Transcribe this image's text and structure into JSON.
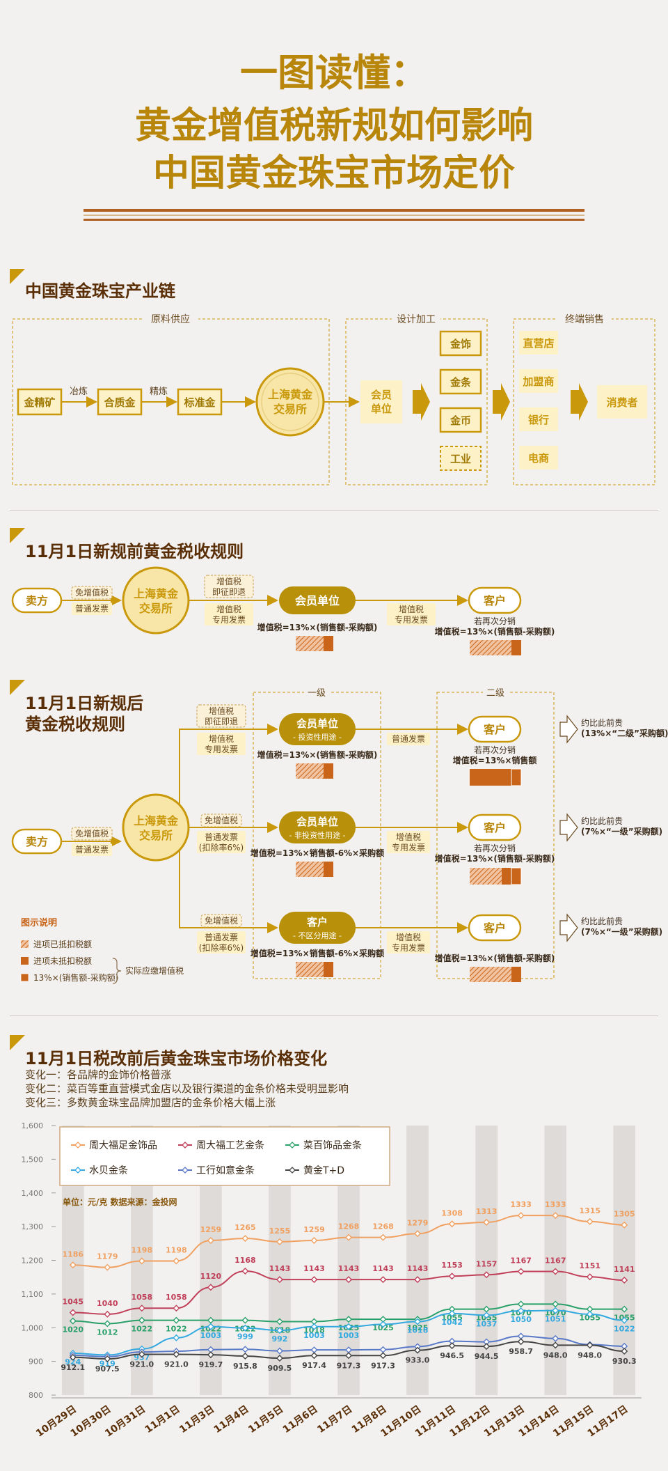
{
  "header": {
    "line1": "一图读懂：",
    "line2": "黄金增值税新规如何影响",
    "line3": "中国黄金珠宝市场定价"
  },
  "chain": {
    "title": "中国黄金珠宝产业链",
    "groups": {
      "raw": "原料供应",
      "design": "设计加工",
      "retail": "终端销售"
    },
    "nodes": {
      "mine": "金精矿",
      "alloy": "合质金",
      "standard": "标准金",
      "sge_a": "上海黄金",
      "sge_b": "交易所",
      "member_a": "会员",
      "member_b": "单位",
      "consumer": "消费者"
    },
    "arrows": {
      "smelt": "冶炼",
      "refine": "精炼"
    },
    "products": [
      "金饰",
      "金条",
      "金币",
      "工业"
    ],
    "channels": [
      "直营店",
      "加盟商",
      "银行",
      "电商"
    ]
  },
  "before": {
    "title": "11月1日新规前黄金税收规则",
    "seller": "卖方",
    "exempt": "免增值税",
    "normal_invoice": "普通发票",
    "sge_a": "上海黄金",
    "sge_b": "交易所",
    "refund_a": "增值税",
    "refund_b": "即征即退",
    "special_a": "增值税",
    "special_b": "专用发票",
    "member": "会员单位",
    "member_formula": "增值税=13%×(销售额-采购额)",
    "special2_a": "增值税",
    "special2_b": "专用发票",
    "customer": "客户",
    "resale": "若再次分销",
    "customer_formula": "增值税=13%×(销售额-采购额)"
  },
  "after": {
    "title_a": "11月1日新规后",
    "title_b": "黄金税收规则",
    "level1": "一级",
    "level2": "二级",
    "seller": "卖方",
    "exempt": "免增值税",
    "normal_invoice": "普通发票",
    "sge_a": "上海黄金",
    "sge_b": "交易所",
    "rows": [
      {
        "tag_a": "增值税",
        "tag_b": "即征即退",
        "tag2_a": "增值税",
        "tag2_b": "专用发票",
        "node": "会员单位",
        "node_sub": "- 投资性用途 -",
        "formula": "增值税=13%×(销售额-采购额)",
        "mid_a": "普通发票",
        "mid_b": "",
        "customer": "客户",
        "resale": "若再次分销",
        "cformula": "增值税=13%×销售额",
        "note_a": "约比此前贵",
        "note_b": "(13%×“二级”采购额)"
      },
      {
        "tag_a": "免增值税",
        "tag_b": "",
        "tag2_a": "普通发票",
        "tag2_b": "(扣除率6%)",
        "node": "会员单位",
        "node_sub": "- 非投资性用途 -",
        "formula": "增值税=13%×销售额-6%×采购额",
        "mid_a": "增值税",
        "mid_b": "专用发票",
        "customer": "客户",
        "resale": "若再次分销",
        "cformula": "增值税=13%×(销售额-采购额)",
        "note_a": "约比此前贵",
        "note_b": "(7%×“一级”采购额)"
      },
      {
        "tag_a": "免增值税",
        "tag_b": "",
        "tag2_a": "普通发票",
        "tag2_b": "(扣除率6%)",
        "node": "客户",
        "node_sub": "- 不区分用途 -",
        "formula": "增值税=13%×销售额-6%×采购额",
        "mid_a": "增值税",
        "mid_b": "专用发票",
        "customer": "客户",
        "resale": "",
        "cformula": "增值税=13%×(销售额-采购额)",
        "note_a": "约比此前贵",
        "note_b": "(7%×“一级”采购额)"
      }
    ],
    "legend": {
      "title": "图示说明",
      "items": [
        "进项已抵扣税额",
        "进项未抵扣税额",
        "13%×(销售额-采购额)"
      ],
      "brace": "实际应缴增值税"
    }
  },
  "prices": {
    "title": "11月1日税改前后黄金珠宝市场价格变化",
    "changes": [
      "变化一：各品牌的金饰价格普涨",
      "变化二：菜百等重直营模式金店以及银行渠道的金条价格未受明显影响",
      "变化三：多数黄金珠宝品牌加盟店的金条价格大幅上涨"
    ],
    "unit_note": "单位：元/克    数据来源：金投网"
  },
  "chart_data": {
    "type": "line",
    "categories": [
      "10月29日",
      "10月30日",
      "10月31日",
      "11月1日",
      "11月3日",
      "11月4日",
      "11月5日",
      "11月6日",
      "11月7日",
      "11月8日",
      "11月10日",
      "11月11日",
      "11月12日",
      "11月13日",
      "11月14日",
      "11月15日",
      "11月17日"
    ],
    "ylim": [
      800,
      1600
    ],
    "yticks": [
      "800",
      "900",
      "1,000",
      "1,100",
      "1,200",
      "1,300",
      "1,400",
      "1,500",
      "1,600"
    ],
    "legend_position": "top-left",
    "series": [
      {
        "name": "周大福足金饰品",
        "color": "#f0a060",
        "labels": true,
        "label_dy": -12,
        "values": [
          1186,
          1179,
          1198,
          1198,
          1259,
          1265,
          1255,
          1259,
          1268,
          1268,
          1279,
          1308,
          1313,
          1333,
          1333,
          1315,
          1305
        ]
      },
      {
        "name": "周大福工艺金条",
        "color": "#c0405a",
        "labels": true,
        "label_dy": -12,
        "values": [
          1045,
          1040,
          1058,
          1058,
          1120,
          1168,
          1143,
          1143,
          1143,
          1143,
          1143,
          1153,
          1157,
          1167,
          1167,
          1151,
          1141
        ]
      },
      {
        "name": "菜百饰品金条",
        "color": "#2aa06a",
        "labels": true,
        "label_dy": 12,
        "values": [
          1020,
          1012,
          1022,
          1022,
          1022,
          1022,
          1018,
          1018,
          1025,
          1025,
          1025,
          1055,
          1055,
          1070,
          1070,
          1055,
          1055
        ]
      },
      {
        "name": "水贝金条",
        "color": "#33a9e0",
        "labels": true,
        "label_dy": 12,
        "values": [
          924,
          919,
          937,
          970,
          1003,
          999,
          992,
          1003,
          1003,
          1010,
          1018,
          1042,
          1037,
          1050,
          1051,
          1040,
          1022
        ]
      },
      {
        "name": "工行如意金条",
        "color": "#5878c8",
        "labels": false,
        "label_dy": 0,
        "values": [
          918,
          914,
          928,
          930,
          935,
          936,
          931,
          934,
          934,
          935,
          944,
          960,
          958,
          975,
          968,
          950,
          945
        ]
      },
      {
        "name": "黄金T+D",
        "color": "#444444",
        "labels": true,
        "label_dy": 14,
        "values": [
          912.1,
          907.5,
          921.0,
          921.0,
          919.7,
          915.8,
          909.5,
          917.4,
          917.3,
          917.3,
          933.0,
          946.5,
          944.5,
          958.7,
          948.0,
          948.0,
          930.3
        ]
      }
    ],
    "value_labels": {
      "s0": [
        "1186",
        "1179",
        "1198",
        "1198",
        "1259",
        "1265",
        "1255",
        "1259",
        "1268",
        "1268",
        "1279",
        "1308",
        "1313",
        "1333",
        "1333",
        "1315",
        "1305"
      ],
      "s1": [
        "1045",
        "1040",
        "1058",
        "1058",
        "1120",
        "1168",
        "1143",
        "1143",
        "1143",
        "1143",
        "1143",
        "1153",
        "1157",
        "1167",
        "1167",
        "1151",
        "1141"
      ],
      "s2": [
        "1020",
        "1012",
        "1022",
        "1022",
        "1022",
        "1022",
        "1018",
        "1018",
        "1025",
        "1025",
        "1025",
        "1055",
        "1055",
        "1070",
        "1070",
        "1055",
        "1055"
      ],
      "s3": [
        "924",
        "919",
        "937",
        "",
        "1003",
        "999",
        "992",
        "1003",
        "1003",
        "",
        "1018",
        "1042",
        "1037",
        "1050",
        "1051",
        "",
        "1022"
      ],
      "s5": [
        "912.1",
        "907.5",
        "921.0",
        "921.0",
        "919.7",
        "915.8",
        "909.5",
        "917.4",
        "917.3",
        "917.3",
        "933.0",
        "946.5",
        "944.5",
        "958.7",
        "948.0",
        "948.0",
        "930.3"
      ]
    }
  },
  "colors": {
    "gold": "#c9980b",
    "dark_gold": "#a07a05",
    "brown": "#5a2f08",
    "orange": "#c8651a",
    "cream": "#fdf1c8",
    "bg": "#f3f1ef"
  }
}
